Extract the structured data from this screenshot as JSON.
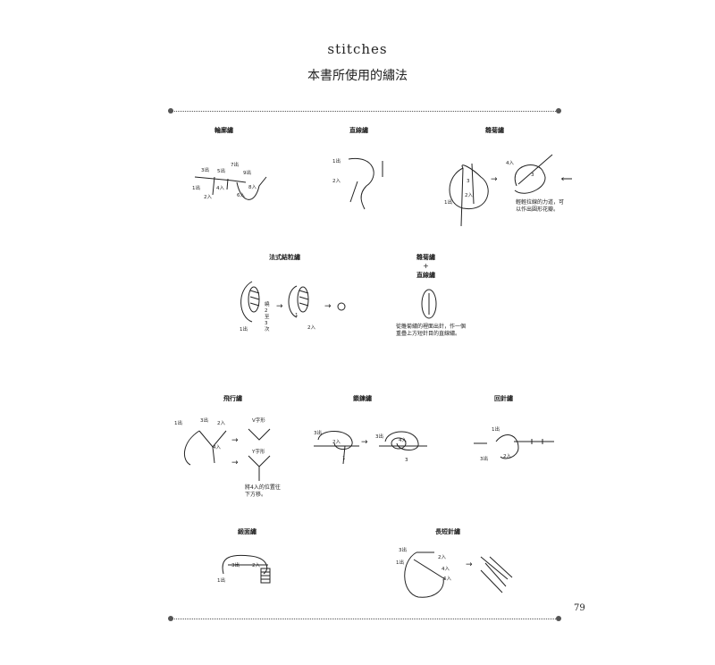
{
  "header": {
    "title_en": "stitches",
    "title_zh": "本書所使用的繡法"
  },
  "page_number": "79",
  "stitches": {
    "outline": {
      "title": "輪廓繡",
      "labels": [
        "3出",
        "5出",
        "7出",
        "9出",
        "1出",
        "2入",
        "4入",
        "6入",
        "8入"
      ]
    },
    "straight": {
      "title": "直線繡",
      "labels": [
        "1出",
        "2入"
      ]
    },
    "lazy_daisy": {
      "title": "雛菊繡",
      "labels": [
        "4入",
        "3",
        "2入",
        "1出",
        "3"
      ],
      "note": "輕輕拉線的力道，可以作出圓形花瓣。"
    },
    "french_knot": {
      "title": "法式結粒繡",
      "labels": [
        "1出",
        "繞2至3次",
        "1",
        "2入"
      ]
    },
    "combo": {
      "title_a": "雛菊繡",
      "plus": "+",
      "title_b": "直線繡",
      "note": "從雛菊繡的裡面出針，作一個重疊上方短針目的直線繡。"
    },
    "fly": {
      "title": "飛行繡",
      "labels": [
        "1出",
        "3出",
        "2入",
        "4入",
        "V字形",
        "Y字形"
      ],
      "note": "將4入的位置往下方移。"
    },
    "chain": {
      "title": "鎖鍊繡",
      "labels": [
        "3出",
        "2入",
        "1",
        "3出",
        "4入",
        "3"
      ]
    },
    "back": {
      "title": "回針繡",
      "labels": [
        "1出",
        "3出",
        "2入"
      ]
    },
    "satin": {
      "title": "緞面繡",
      "labels": [
        "3出",
        "2入",
        "1出"
      ]
    },
    "long_short": {
      "title": "長短針繡",
      "labels": [
        "3出",
        "1出",
        "2入",
        "4入",
        "6入"
      ]
    }
  }
}
